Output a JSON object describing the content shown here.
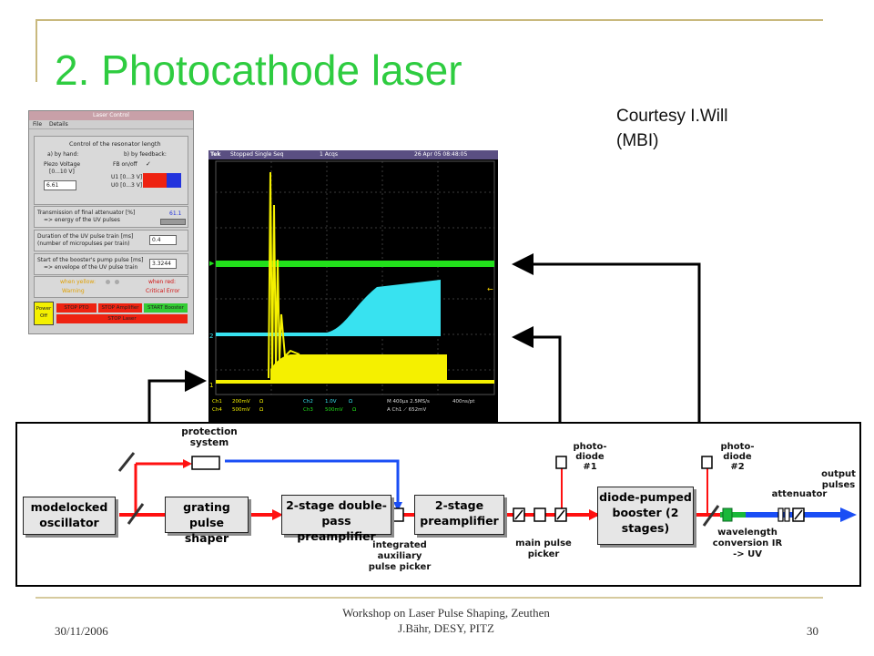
{
  "slide": {
    "title": "2. Photocathode laser",
    "courtesy_line1": "Courtesy I.Will",
    "courtesy_line2": "(MBI)"
  },
  "footer": {
    "date": "30/11/2006",
    "center_line1": "Workshop on Laser Pulse Shaping, Zeuthen",
    "center_line2": "J.Bähr, DESY, PITZ",
    "page": "30"
  },
  "laser_control": {
    "window_title": "Laser Control",
    "menu": [
      "File",
      "Details"
    ],
    "section_heading": "Control of the resonator length",
    "by_hand": "a) by hand:",
    "by_feedback": "b) by feedback:",
    "piezo_label": "Piezo Voltage",
    "piezo_range": "[0...10 V]",
    "piezo_value": "6.61",
    "fb_label": "FB on/off",
    "fb_check": "✓",
    "u1_label": "U1 [0...3 V]",
    "u0_label": "U0 [0...3 V]",
    "transmission_line1": "Transmission of final attenuator [%]",
    "transmission_line2": "=> energy of the UV pulses",
    "transmission_value": "61.1",
    "duration_line1": "Duration of the UV pulse train [ms]",
    "duration_line2": "(number of micropulses per train)",
    "duration_value": "0.4",
    "start_line1": "Start of the booster's pump pulse [ms]",
    "start_line2": "=> envelope of the UV pulse train",
    "start_value": "3.3244",
    "when_yellow": "when yellow:",
    "when_red": "when red:",
    "warning": "Warning",
    "critical": "Critical Error",
    "power_off": "Power Off",
    "stop_pto": "STOP PTO",
    "stop_amplifier": "STOP Amplifier",
    "start_booster": "START Booster",
    "stop_laser": "STOP Laser",
    "colors": {
      "green": "#33cc33",
      "red": "#ee2211",
      "yellow": "#f4f000",
      "blue": "#2233dd"
    }
  },
  "scope": {
    "header": [
      "Tek",
      "Stopped Single Seq",
      "1 Acqs",
      "26 Apr 05 08:48:05"
    ],
    "footer": [
      "Ch1",
      "200mV",
      "Ω",
      "Ch2",
      "1.0V",
      "Ω",
      "M 400µs 2.5MS/s",
      "400ns/pt",
      "Ch3",
      "500mV",
      "Ω",
      "Ch4",
      "500mV",
      "Ω",
      "A Ch1 ⟋ 652mV"
    ],
    "channel_markers": [
      "1",
      "2"
    ],
    "colors": {
      "yellow": "#f5f000",
      "green": "#22e01b",
      "cyan": "#38e2f0",
      "background": "#000000"
    }
  },
  "diagram": {
    "modelocked": "modelocked oscillator",
    "grating": "grating pulse shaper",
    "double_pass": "2-stage double- pass preamplifier",
    "preamp": "2-stage preamplifier",
    "booster": "diode-pumped booster (2 stages)",
    "protection": "protection system",
    "photodiode1": "photo- diode #1",
    "photodiode2": "photo- diode #2",
    "integrated": "integrated auxiliary pulse picker",
    "main_picker": "main pulse picker",
    "attenuator": "attenuator",
    "output": "output pulses",
    "wavelength": "wavelength conversion IR -> UV",
    "colors": {
      "ir_beam": "#ff1010",
      "uv_beam": "#1a4ef5",
      "conversion": "#19b83a"
    }
  }
}
